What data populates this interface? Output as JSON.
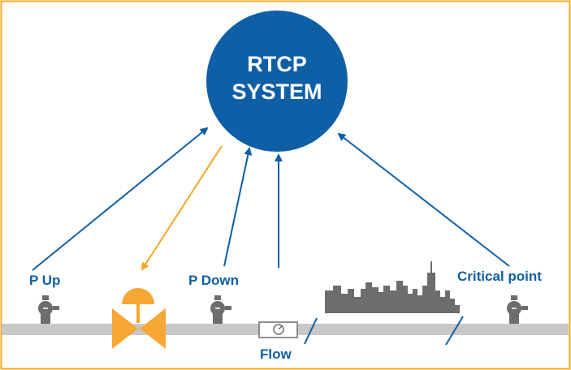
{
  "hub": {
    "line1": "RTCP",
    "line2": "SYSTEM"
  },
  "labels": {
    "p_up": "P Up",
    "p_down": "P Down",
    "flow": "Flow",
    "critical_point": "Critical point"
  },
  "colors": {
    "border": "#f5a623",
    "hub": "#0f5fa6",
    "arrow_blue": "#0f5fa6",
    "arrow_orange": "#f5a623",
    "pipe": "#c8c8c8",
    "gray": "#6d6d6d",
    "valve": "#f7a733",
    "label": "#0f5fa6"
  },
  "icons": [
    "gauge-valve-icon",
    "control-valve-icon",
    "flow-meter-icon",
    "city-skyline-icon"
  ]
}
